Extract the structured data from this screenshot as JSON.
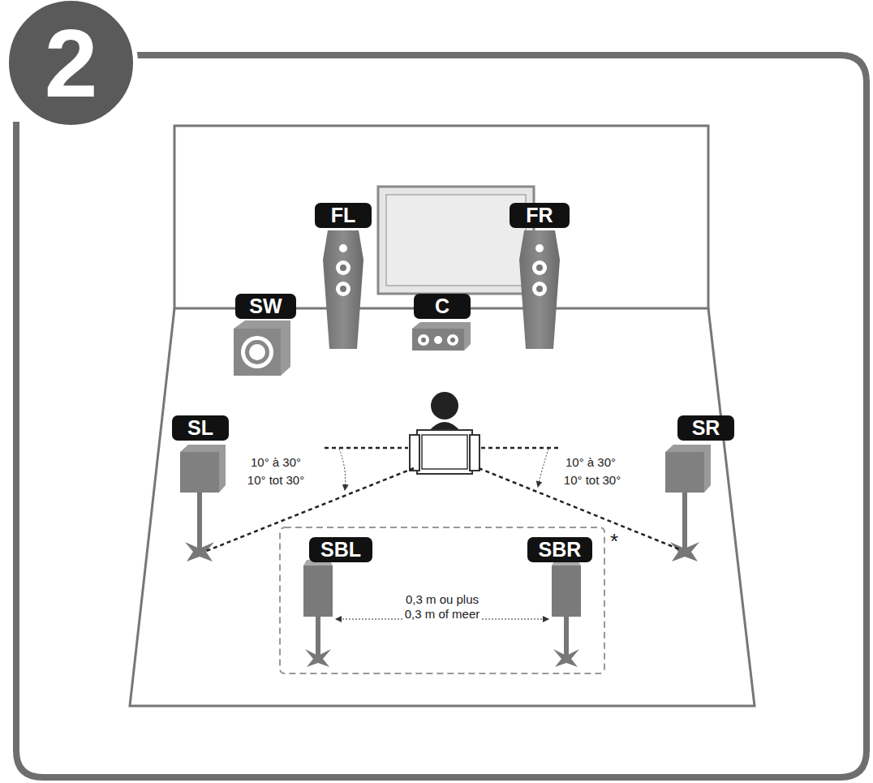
{
  "diagram": {
    "nodes": [
      {
        "text": [
          "2"
        ]
      },
      {
        "text": [
          "FL"
        ]
      },
      {
        "text": [
          "FR"
        ]
      },
      {
        "text": [
          "SW"
        ]
      },
      {
        "text": [
          "C"
        ]
      },
      {
        "text": [
          "SL"
        ]
      },
      {
        "text": [
          "SR"
        ]
      },
      {
        "text": [
          "SBL"
        ]
      },
      {
        "text": [
          "SBR"
        ]
      }
    ],
    "labels": [
      "10° à 30°",
      "10° tot 30°",
      "10° à 30°",
      "10° tot 30°",
      "0,3 m ou plus",
      "0,3 m of meer",
      "*"
    ]
  }
}
